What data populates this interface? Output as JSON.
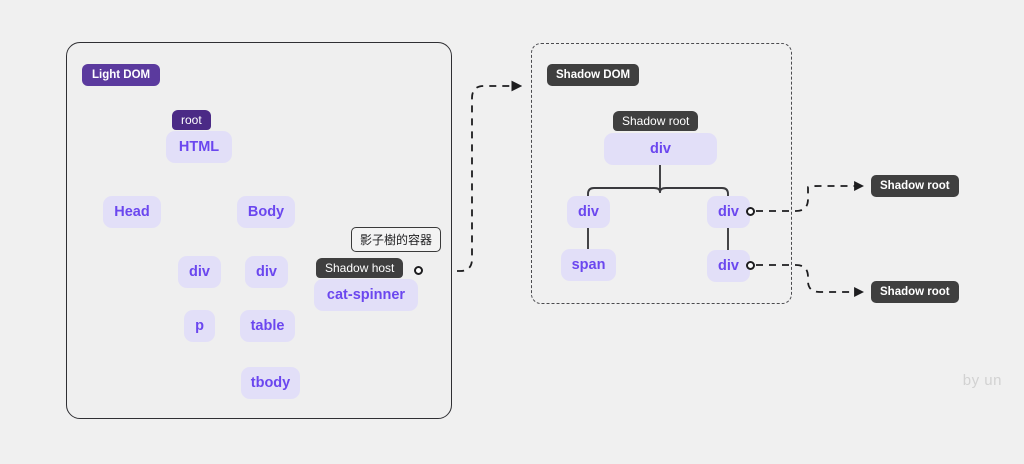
{
  "canvas": {
    "background": "#f0f0f0",
    "watermark": "by un"
  },
  "palette": {
    "node_fill": "#e2dff8",
    "node_text": "#6b47ef",
    "badge_purple": "#5b3a9e",
    "cap_purple": "#4b2a86",
    "badge_dark": "#3f3f3f",
    "edge": "#3a3a3e",
    "container_border": "#2f2f33",
    "dashed_border": "#4b4b4f"
  },
  "light_dom": {
    "badge": "Light DOM",
    "tooltip": "影子樹的容器",
    "nodes": [
      {
        "id": "html",
        "label": "HTML",
        "cap": "root"
      },
      {
        "id": "head",
        "label": "Head",
        "cap": null
      },
      {
        "id": "body",
        "label": "Body",
        "cap": null
      },
      {
        "id": "div-left",
        "label": "div",
        "cap": null
      },
      {
        "id": "div-mid",
        "label": "div",
        "cap": null
      },
      {
        "id": "shadow-host",
        "label": "cat-spinner",
        "cap": "Shadow host"
      },
      {
        "id": "p",
        "label": "p",
        "cap": null
      },
      {
        "id": "table",
        "label": "table",
        "cap": null
      },
      {
        "id": "tbody",
        "label": "tbody",
        "cap": null
      }
    ]
  },
  "shadow_dom": {
    "badge": "Shadow DOM",
    "nodes": [
      {
        "id": "sd-root",
        "label": "div",
        "cap": "Shadow root"
      },
      {
        "id": "sd-div-left",
        "label": "div",
        "cap": null
      },
      {
        "id": "sd-span",
        "label": "span",
        "cap": null
      },
      {
        "id": "sd-div-right",
        "label": "div",
        "cap": null
      },
      {
        "id": "sd-div-right2",
        "label": "div",
        "cap": null
      }
    ]
  },
  "nested_shadow_roots": [
    {
      "id": "nested-1",
      "label": "Shadow root"
    },
    {
      "id": "nested-2",
      "label": "Shadow root"
    }
  ]
}
